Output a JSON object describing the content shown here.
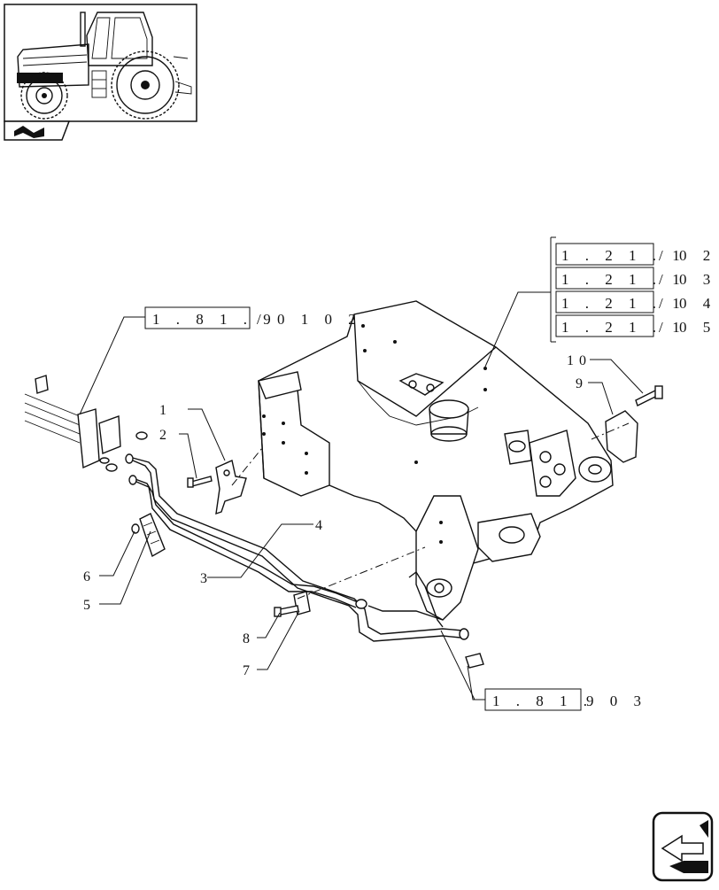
{
  "callouts": {
    "c1": "1",
    "c2": "2",
    "c3": "3",
    "c4": "4",
    "c5": "5",
    "c6": "6",
    "c7": "7",
    "c8": "8",
    "c9": "9",
    "c10": "1 0"
  },
  "references": {
    "top": {
      "boxed": "1 . 8 1 . 9",
      "suffix": "/ 0 1   0 2"
    },
    "bottom": {
      "boxed": "1 . 8 1 .",
      "suffix": "9   0 3"
    },
    "chassis": [
      {
        "boxed": "1 . 2 1 . 1",
        "suffix": "/ 0 2"
      },
      {
        "boxed": "1 . 2 1 . 1",
        "suffix": "/ 0 3"
      },
      {
        "boxed": "1 . 2 1 . 1",
        "suffix": "/ 0 4"
      },
      {
        "boxed": "1 . 2 1 . 1",
        "suffix": "/ 0 5"
      }
    ]
  },
  "icons": {
    "thumbnail": "tractor-thumbnail-icon",
    "prev": "previous-page-arrow-icon",
    "next": "next-page-arrow-icon"
  }
}
